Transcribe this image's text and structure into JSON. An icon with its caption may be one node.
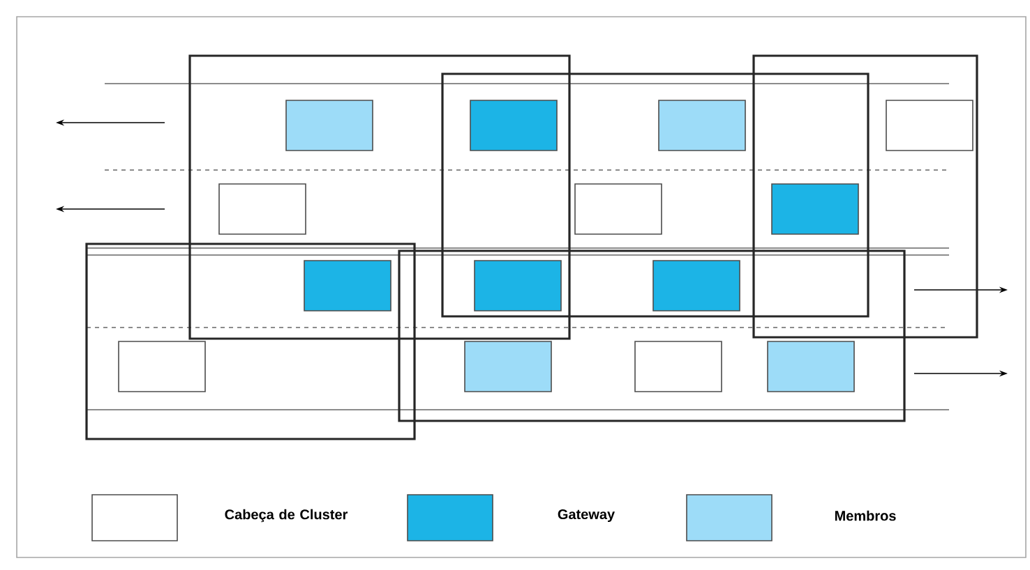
{
  "diagram": {
    "legend": [
      {
        "text": "Cabeça de Cluster"
      },
      {
        "text": "Gateway",
        "color": "#1cb4e6"
      },
      {
        "text": "Membros",
        "color": "#9ddcf8"
      }
    ]
  }
}
